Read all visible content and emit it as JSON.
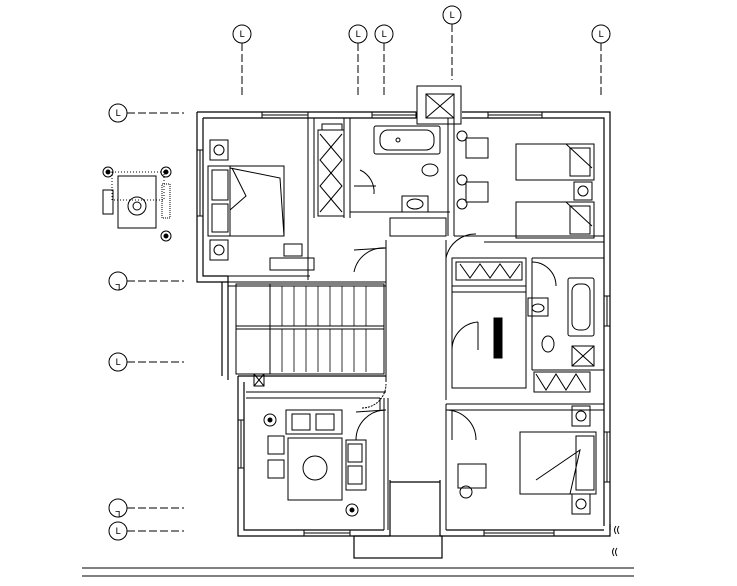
{
  "drawing": {
    "line_color": "#000000",
    "background": "#ffffff",
    "grid_tag_top_1": "L",
    "grid_tag_top_2": "L",
    "grid_tag_top_3": "L",
    "grid_tag_top_4": "L",
    "grid_tag_top_5": "L",
    "grid_tag_left_1": "L",
    "grid_tag_left_2": "L",
    "grid_tag_left_3": "L",
    "grid_tag_left_4": "L",
    "grid_tag_left_5": "L",
    "grid_tag_left_2_flipped": true,
    "grid_tag_left_4_flipped": true
  }
}
